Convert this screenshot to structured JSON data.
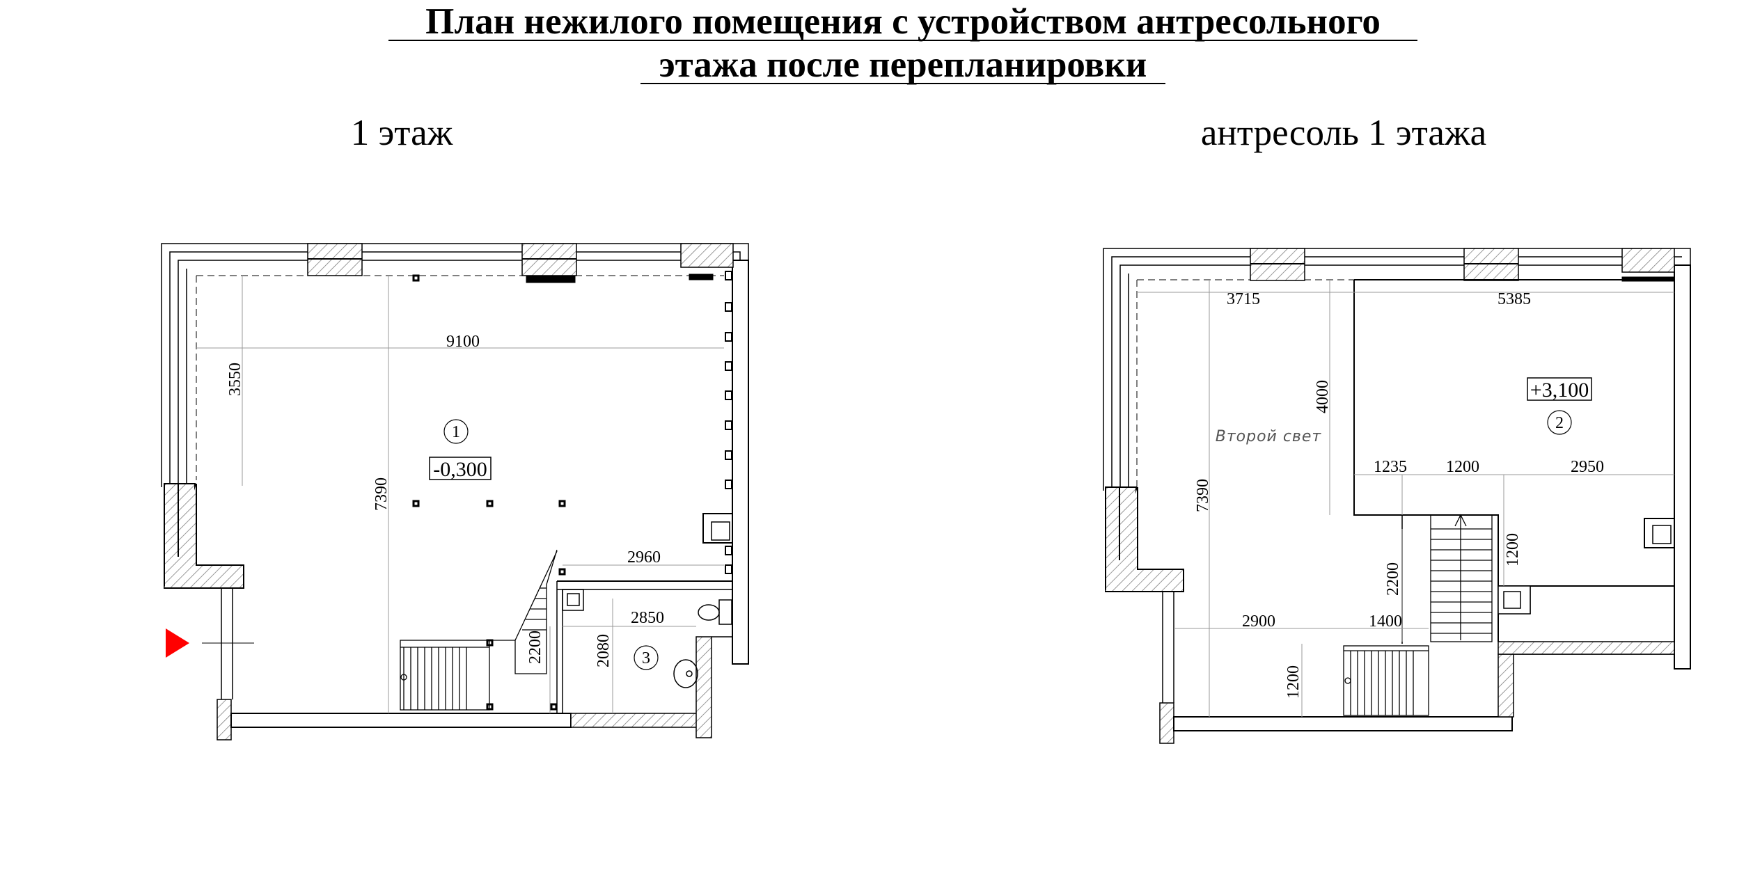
{
  "title": {
    "line1": "План нежилого помещения с устройством антресольного",
    "line2": "этажа после перепланировки"
  },
  "floors": {
    "first": {
      "label": "1 этаж",
      "room_main": "1",
      "room_wc": "3",
      "elevation": "-0,300",
      "dims": [
        "9100",
        "3550",
        "7390",
        "2960",
        "2850",
        "2080",
        "2200"
      ]
    },
    "mezzanine": {
      "label": "антресоль 1 этажа",
      "room_main": "2",
      "elevation": "+3,100",
      "second_light": "Второй свет",
      "dims": [
        "3715",
        "5385",
        "4000",
        "7390",
        "1235",
        "1200",
        "2950",
        "1200",
        "2200",
        "2900",
        "1400",
        "1200"
      ]
    }
  },
  "colors": {
    "line": "#000000",
    "entry_arrow": "#ff0000",
    "hatch": "#777777"
  }
}
